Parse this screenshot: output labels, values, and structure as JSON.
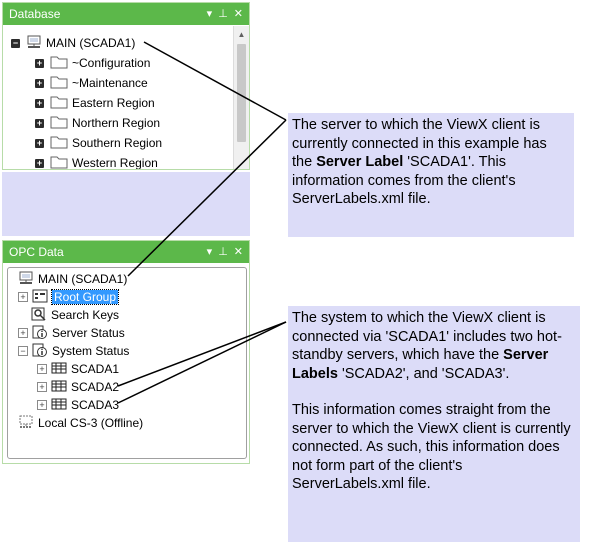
{
  "database_panel": {
    "title": "Database",
    "controls": {
      "dropdown": "▾",
      "pin": "⊥",
      "close": "✕"
    },
    "tree": {
      "root": {
        "label": "MAIN (SCADA1)",
        "icon": "server-icon",
        "expanded": true
      },
      "items": [
        {
          "label": "~Configuration",
          "icon": "folder-icon"
        },
        {
          "label": "~Maintenance",
          "icon": "folder-icon"
        },
        {
          "label": "Eastern Region",
          "icon": "folder-icon"
        },
        {
          "label": "Northern Region",
          "icon": "folder-icon"
        },
        {
          "label": "Southern Region",
          "icon": "folder-icon"
        },
        {
          "label": "Western Region",
          "icon": "folder-icon"
        }
      ]
    }
  },
  "opc_panel": {
    "title": "OPC Data",
    "controls": {
      "dropdown": "▾",
      "pin": "⊥",
      "close": "✕"
    },
    "tree": {
      "root": {
        "label": "MAIN (SCADA1)",
        "icon": "server-icon"
      },
      "items": [
        {
          "label": "Root Group",
          "icon": "group-icon",
          "selected": true
        },
        {
          "label": "Search Keys",
          "icon": "search-keys-icon"
        },
        {
          "label": "Server Status",
          "icon": "info-icon"
        },
        {
          "label": "System Status",
          "icon": "info-icon",
          "expanded": true
        },
        {
          "label": "SCADA1",
          "icon": "grid-icon"
        },
        {
          "label": "SCADA2",
          "icon": "grid-icon"
        },
        {
          "label": "SCADA3",
          "icon": "grid-icon"
        }
      ],
      "offline": {
        "label": "Local CS-3 (Offline)",
        "icon": "offline-server-icon"
      }
    }
  },
  "callouts": {
    "first": {
      "t1": "The server to which the ViewX client is currently connected in this example has the ",
      "bold": "Server Label",
      "t2": " 'SCADA1'.  This information comes from the client's ServerLabels.xml file."
    },
    "second": {
      "t1": "The system to which the ViewX client is connected via 'SCADA1' includes two hot-standby servers, which have the ",
      "bold": "Server Labels",
      "t2": " 'SCADA2', and 'SCADA3'.",
      "p2": "This information comes straight from the server to which the ViewX client is currently connected. As such, this information does not form part of the client's ServerLabels.xml file."
    }
  },
  "colors": {
    "panel_header": "#5cb84a",
    "callout_bg": "#dcdcf8",
    "selection": "#3399ff"
  }
}
